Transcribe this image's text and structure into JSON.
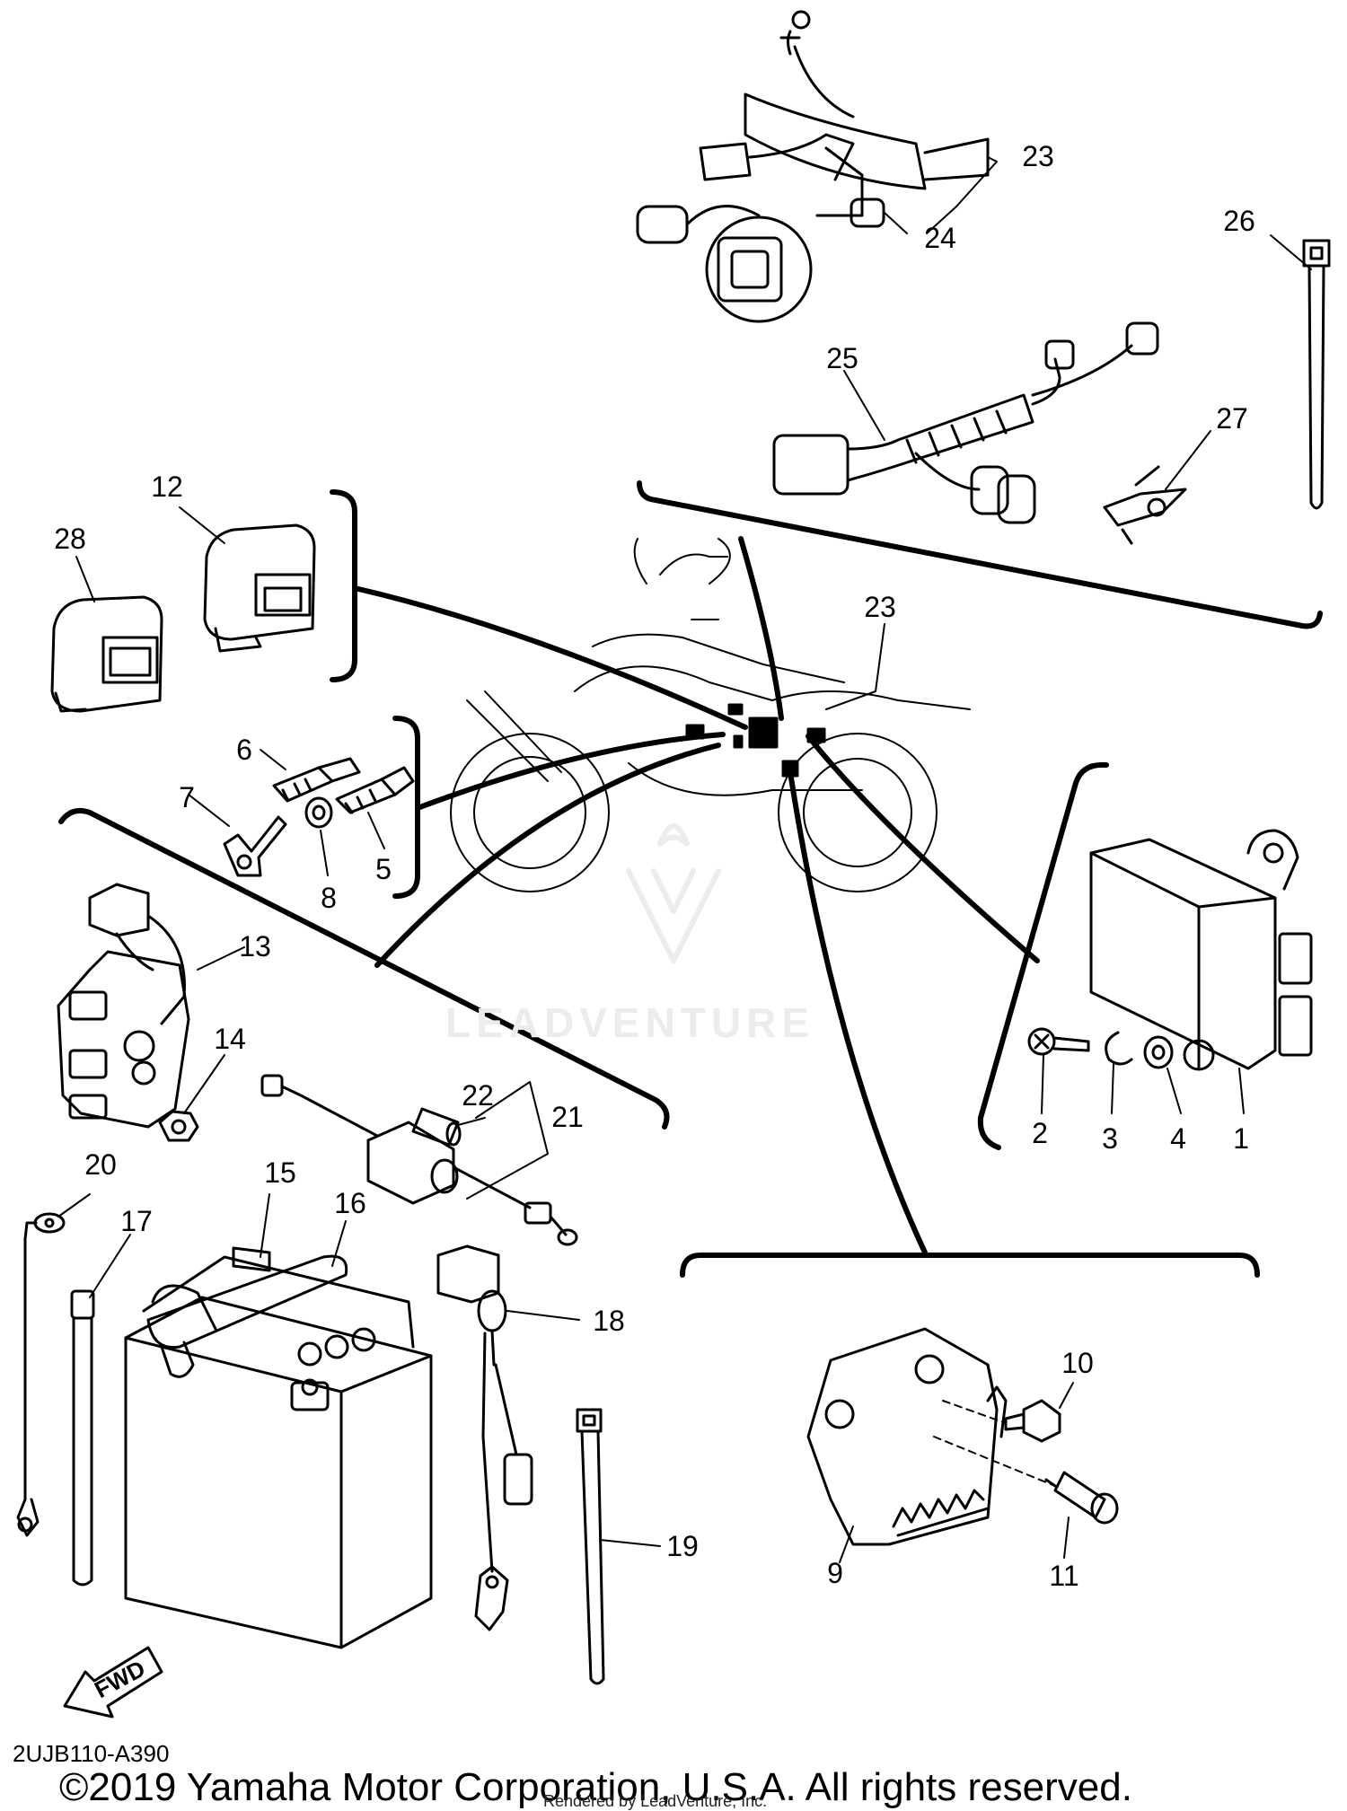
{
  "diagram": {
    "code": "2UJB110-A390",
    "copyright": "©2019 Yamaha Motor Corporation, U.S.A. All rights reserved.",
    "rendered_by": "Rendered by LeadVenture, Inc.",
    "watermark": "LEADVENTURE",
    "fwd_label": "FWD",
    "callouts": {
      "p1": "1",
      "p2": "2",
      "p3": "3",
      "p4": "4",
      "p5": "5",
      "p6": "6",
      "p7": "7",
      "p8": "8",
      "p9": "9",
      "p10": "10",
      "p11": "11",
      "p12": "12",
      "p13": "13",
      "p14": "14",
      "p15": "15",
      "p16": "16",
      "p17": "17",
      "p18": "18",
      "p19": "19",
      "p20": "20",
      "p21": "21",
      "p22": "22",
      "p23a": "23",
      "p23b": "23",
      "p24": "24",
      "p25": "25",
      "p26": "26",
      "p27": "27",
      "p28": "28"
    }
  }
}
